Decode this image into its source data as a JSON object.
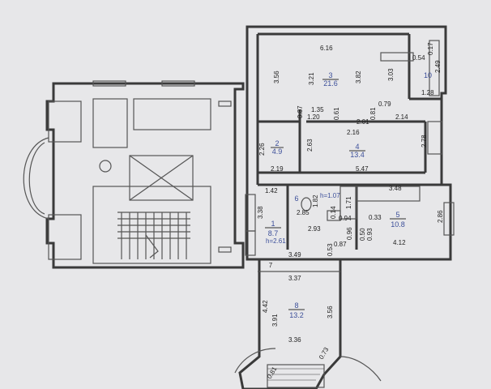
{
  "rooms": [
    {
      "number": "3",
      "area": "21.6"
    },
    {
      "number": "2",
      "area": "4.9"
    },
    {
      "number": "4",
      "area": "13.4"
    },
    {
      "number": "10",
      "area": ""
    },
    {
      "number": "6",
      "area": ""
    },
    {
      "number": "5",
      "area": "10.8"
    },
    {
      "number": "1",
      "area": "8.7"
    },
    {
      "number": "7",
      "area": ""
    },
    {
      "number": "8",
      "area": "13.2"
    }
  ],
  "ceiling_heights": [
    "h=2.61",
    "h=1.07"
  ],
  "dims": [
    "6.16",
    "3.56",
    "3.21",
    "3.82",
    "3.03",
    "0.54",
    "0.17",
    "2.49",
    "1.28",
    "1.35",
    "0.37",
    "1.20",
    "0.61",
    "2.01",
    "0.79",
    "0.81",
    "2.14",
    "2.16",
    "2.26",
    "2.63",
    "2.78",
    "2.19",
    "5.47",
    "1.42",
    "3.38",
    "2.85",
    "1.82",
    "0.14",
    "0.94",
    "1.71",
    "0.33",
    "3.48",
    "2.86",
    "2.93",
    "0.96",
    "0.50",
    "0.93",
    "0.87",
    "0.53",
    "4.12",
    "3.49",
    "3.37",
    "4.42",
    "3.91",
    "3.56",
    "3.36",
    "0.73",
    "0.81"
  ]
}
